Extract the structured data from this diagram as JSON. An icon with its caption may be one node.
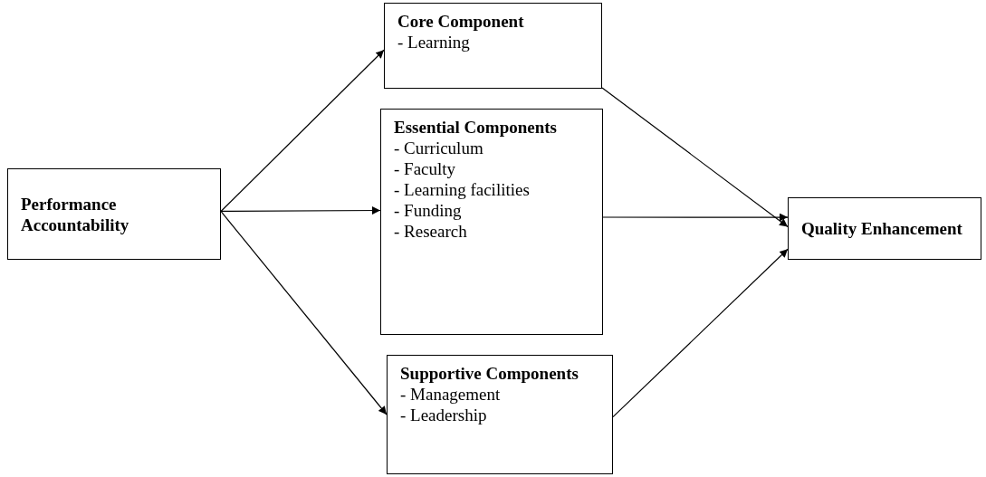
{
  "diagram": {
    "nodes": [
      {
        "text": [
          "Performance Accountability"
        ]
      },
      {
        "text": [
          "Core Component",
          "- Learning"
        ]
      },
      {
        "text": [
          "Essential Components",
          "- Curriculum",
          "- Faculty",
          "- Learning facilities",
          "- Funding",
          "- Research"
        ]
      },
      {
        "text": [
          "Supportive Components",
          "- Management",
          "- Leadership"
        ]
      },
      {
        "text": [
          "Quality Enhancement"
        ]
      }
    ],
    "edges": [
      {
        "from": 0,
        "to": 1,
        "arrow": "to"
      },
      {
        "from": 0,
        "to": 2,
        "arrow": "to"
      },
      {
        "from": 0,
        "to": 3,
        "arrow": "to"
      },
      {
        "from": 1,
        "to": 4,
        "arrow": "to"
      },
      {
        "from": 2,
        "to": 4,
        "arrow": "to"
      },
      {
        "from": 3,
        "to": 4,
        "arrow": "to"
      }
    ]
  }
}
